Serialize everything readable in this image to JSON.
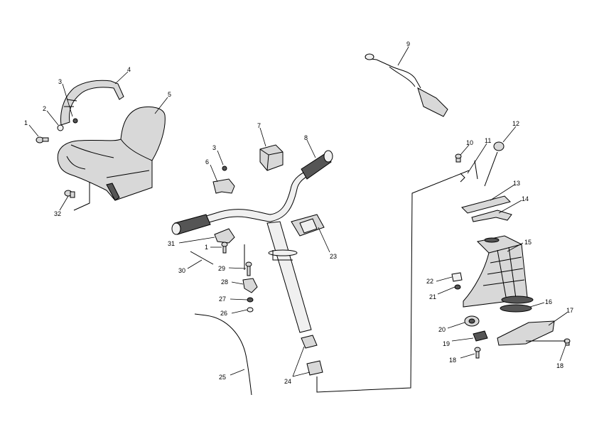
{
  "callouts": [
    {
      "id": "c1a",
      "text": "1"
    },
    {
      "id": "c2",
      "text": "2"
    },
    {
      "id": "c3a",
      "text": "3"
    },
    {
      "id": "c4",
      "text": "4"
    },
    {
      "id": "c5",
      "text": "5"
    },
    {
      "id": "c32",
      "text": "32"
    },
    {
      "id": "c3b",
      "text": "3"
    },
    {
      "id": "c6",
      "text": "6"
    },
    {
      "id": "c7",
      "text": "7"
    },
    {
      "id": "c8",
      "text": "8"
    },
    {
      "id": "c9",
      "text": "9"
    },
    {
      "id": "c10",
      "text": "10"
    },
    {
      "id": "c11",
      "text": "11"
    },
    {
      "id": "c12",
      "text": "12"
    },
    {
      "id": "c13",
      "text": "13"
    },
    {
      "id": "c14",
      "text": "14"
    },
    {
      "id": "c15",
      "text": "15"
    },
    {
      "id": "c16",
      "text": "16"
    },
    {
      "id": "c17",
      "text": "17"
    },
    {
      "id": "c18a",
      "text": "18"
    },
    {
      "id": "c18b",
      "text": "18"
    },
    {
      "id": "c19",
      "text": "19"
    },
    {
      "id": "c20",
      "text": "20"
    },
    {
      "id": "c21",
      "text": "21"
    },
    {
      "id": "c22",
      "text": "22"
    },
    {
      "id": "c23",
      "text": "23"
    },
    {
      "id": "c24",
      "text": "24"
    },
    {
      "id": "c25",
      "text": "25"
    },
    {
      "id": "c26",
      "text": "26"
    },
    {
      "id": "c27",
      "text": "27"
    },
    {
      "id": "c28",
      "text": "28"
    },
    {
      "id": "c29",
      "text": "29"
    },
    {
      "id": "c30",
      "text": "30"
    },
    {
      "id": "c31",
      "text": "31"
    },
    {
      "id": "c1b",
      "text": "1"
    }
  ]
}
